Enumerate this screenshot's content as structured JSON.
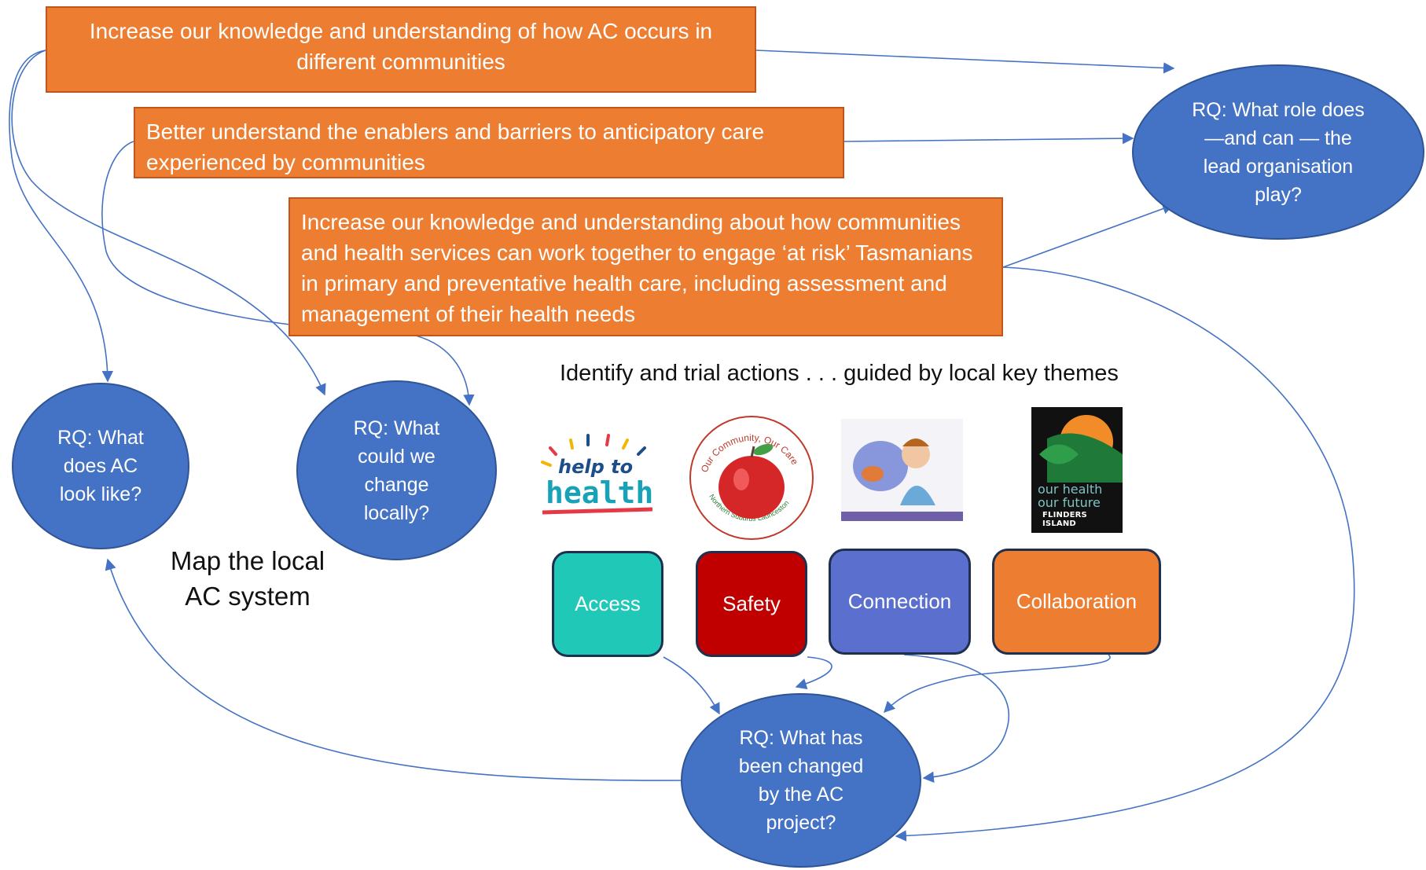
{
  "objectives": [
    {
      "text": "Increase our knowledge and understanding of how AC occurs in different communities"
    },
    {
      "text": "Better understand the enablers and barriers to anticipatory care experienced by communities"
    },
    {
      "text": "Increase our knowledge and understanding about how communities and health services can work together to engage ‘at risk’ Tasmanians in primary and preventative health care, including assessment and management of their health needs"
    }
  ],
  "research_questions": {
    "role": "RQ: What role does—and can — the lead organisation play?",
    "look": "RQ: What does AC look like?",
    "change": "RQ: What could we change locally?",
    "changed": "RQ: What has been changed by the AC project?"
  },
  "labels": {
    "trial": "Identify and trial actions . . . guided by local key themes",
    "map_line1": "Map the local",
    "map_line2": "AC system"
  },
  "themes": [
    {
      "label": "Access",
      "color": "#20c8b8"
    },
    {
      "label": "Safety",
      "color": "#c00000"
    },
    {
      "label": "Connection",
      "color": "#5b6fcf"
    },
    {
      "label": "Collaboration",
      "color": "#ed7d31"
    }
  ],
  "logos": {
    "help_line1": "help to",
    "help_line2": "health",
    "community_top": "Our Community, Our Care",
    "community_bottom": "Northern Suburbs Launceston",
    "flinders_line1": "our health",
    "flinders_line2": "our future",
    "flinders_place": "FLINDERS ISLAND"
  },
  "colors": {
    "objective_fill": "#ed7d31",
    "rq_fill": "#4472c4",
    "arrow": "#4472c4"
  }
}
